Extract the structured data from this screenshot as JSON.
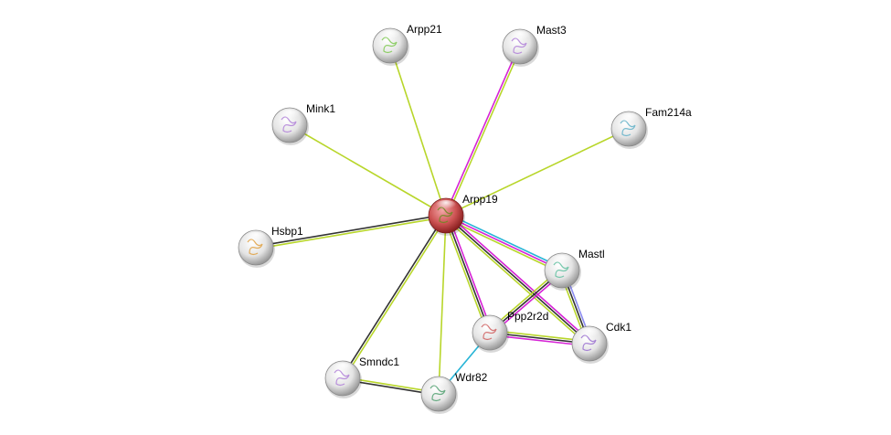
{
  "network": {
    "center": "Arpp19",
    "nodes": [
      {
        "id": "Arpp19",
        "label": "Arpp19",
        "query": true
      },
      {
        "id": "Arpp21",
        "label": "Arpp21"
      },
      {
        "id": "Mast3",
        "label": "Mast3"
      },
      {
        "id": "Mink1",
        "label": "Mink1"
      },
      {
        "id": "Fam214a",
        "label": "Fam214a"
      },
      {
        "id": "Hsbp1",
        "label": "Hsbp1"
      },
      {
        "id": "Mastl",
        "label": "Mastl"
      },
      {
        "id": "Ppp2r2d",
        "label": "Ppp2r2d"
      },
      {
        "id": "Cdk1",
        "label": "Cdk1"
      },
      {
        "id": "Smndc1",
        "label": "Smndc1"
      },
      {
        "id": "Wdr82",
        "label": "Wdr82"
      }
    ],
    "evidence_colors": {
      "textmining": "#b8d62a",
      "experiments": "#d623d6",
      "coexpression": "#333333",
      "databases": "#27b4d6",
      "homology": "#8c8cf0"
    },
    "edges": [
      {
        "a": "Arpp19",
        "b": "Arpp21",
        "evidence": [
          "textmining"
        ]
      },
      {
        "a": "Arpp19",
        "b": "Mast3",
        "evidence": [
          "experiments",
          "textmining"
        ]
      },
      {
        "a": "Arpp19",
        "b": "Mink1",
        "evidence": [
          "textmining"
        ]
      },
      {
        "a": "Arpp19",
        "b": "Fam214a",
        "evidence": [
          "textmining"
        ]
      },
      {
        "a": "Arpp19",
        "b": "Hsbp1",
        "evidence": [
          "textmining",
          "coexpression"
        ]
      },
      {
        "a": "Arpp19",
        "b": "Mastl",
        "evidence": [
          "databases",
          "experiments",
          "textmining"
        ]
      },
      {
        "a": "Arpp19",
        "b": "Cdk1",
        "evidence": [
          "experiments",
          "coexpression",
          "textmining"
        ]
      },
      {
        "a": "Arpp19",
        "b": "Ppp2r2d",
        "evidence": [
          "experiments",
          "coexpression",
          "textmining"
        ]
      },
      {
        "a": "Arpp19",
        "b": "Wdr82",
        "evidence": [
          "textmining"
        ]
      },
      {
        "a": "Arpp19",
        "b": "Smndc1",
        "evidence": [
          "textmining",
          "coexpression"
        ]
      },
      {
        "a": "Mastl",
        "b": "Ppp2r2d",
        "evidence": [
          "experiments",
          "coexpression",
          "textmining"
        ]
      },
      {
        "a": "Mastl",
        "b": "Cdk1",
        "evidence": [
          "homology",
          "coexpression",
          "textmining"
        ]
      },
      {
        "a": "Ppp2r2d",
        "b": "Cdk1",
        "evidence": [
          "textmining",
          "coexpression",
          "experiments"
        ]
      },
      {
        "a": "Ppp2r2d",
        "b": "Wdr82",
        "evidence": [
          "databases"
        ]
      },
      {
        "a": "Smndc1",
        "b": "Wdr82",
        "evidence": [
          "textmining",
          "coexpression"
        ]
      }
    ]
  }
}
